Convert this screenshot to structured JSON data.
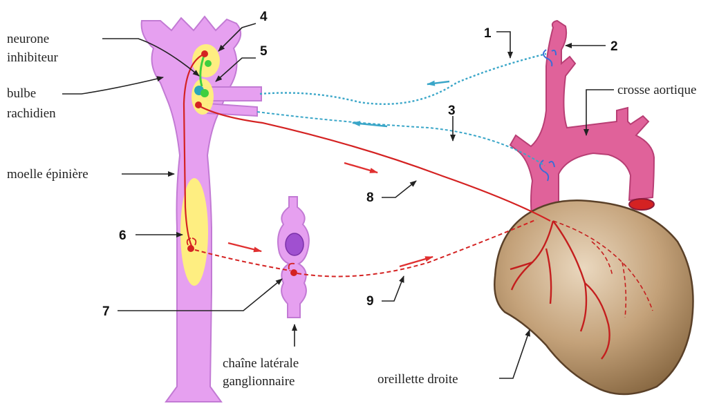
{
  "labels": {
    "neurone_line1": "neurone",
    "neurone_line2": "inhibiteur",
    "bulbe_line1": "bulbe",
    "bulbe_line2": "rachidien",
    "moelle": "moelle épinière",
    "crosse": "crosse aortique",
    "chaine_line1": "chaîne latérale",
    "chaine_line2": "ganglionnaire",
    "oreillette": "oreillette droite"
  },
  "numbers": {
    "n1": "1",
    "n2": "2",
    "n3": "3",
    "n4": "4",
    "n5": "5",
    "n6": "6",
    "n7": "7",
    "n8": "8",
    "n9": "9"
  },
  "colors": {
    "nervous_tissue": "#e6a0f0",
    "aorta": "#e0629a",
    "heart": "#b08c62",
    "center": "#fff27a",
    "motor_fiber": "#d42222",
    "sensory_fiber": "#3aa6c8",
    "inhibitory_neuron": "#3fcf3f"
  }
}
